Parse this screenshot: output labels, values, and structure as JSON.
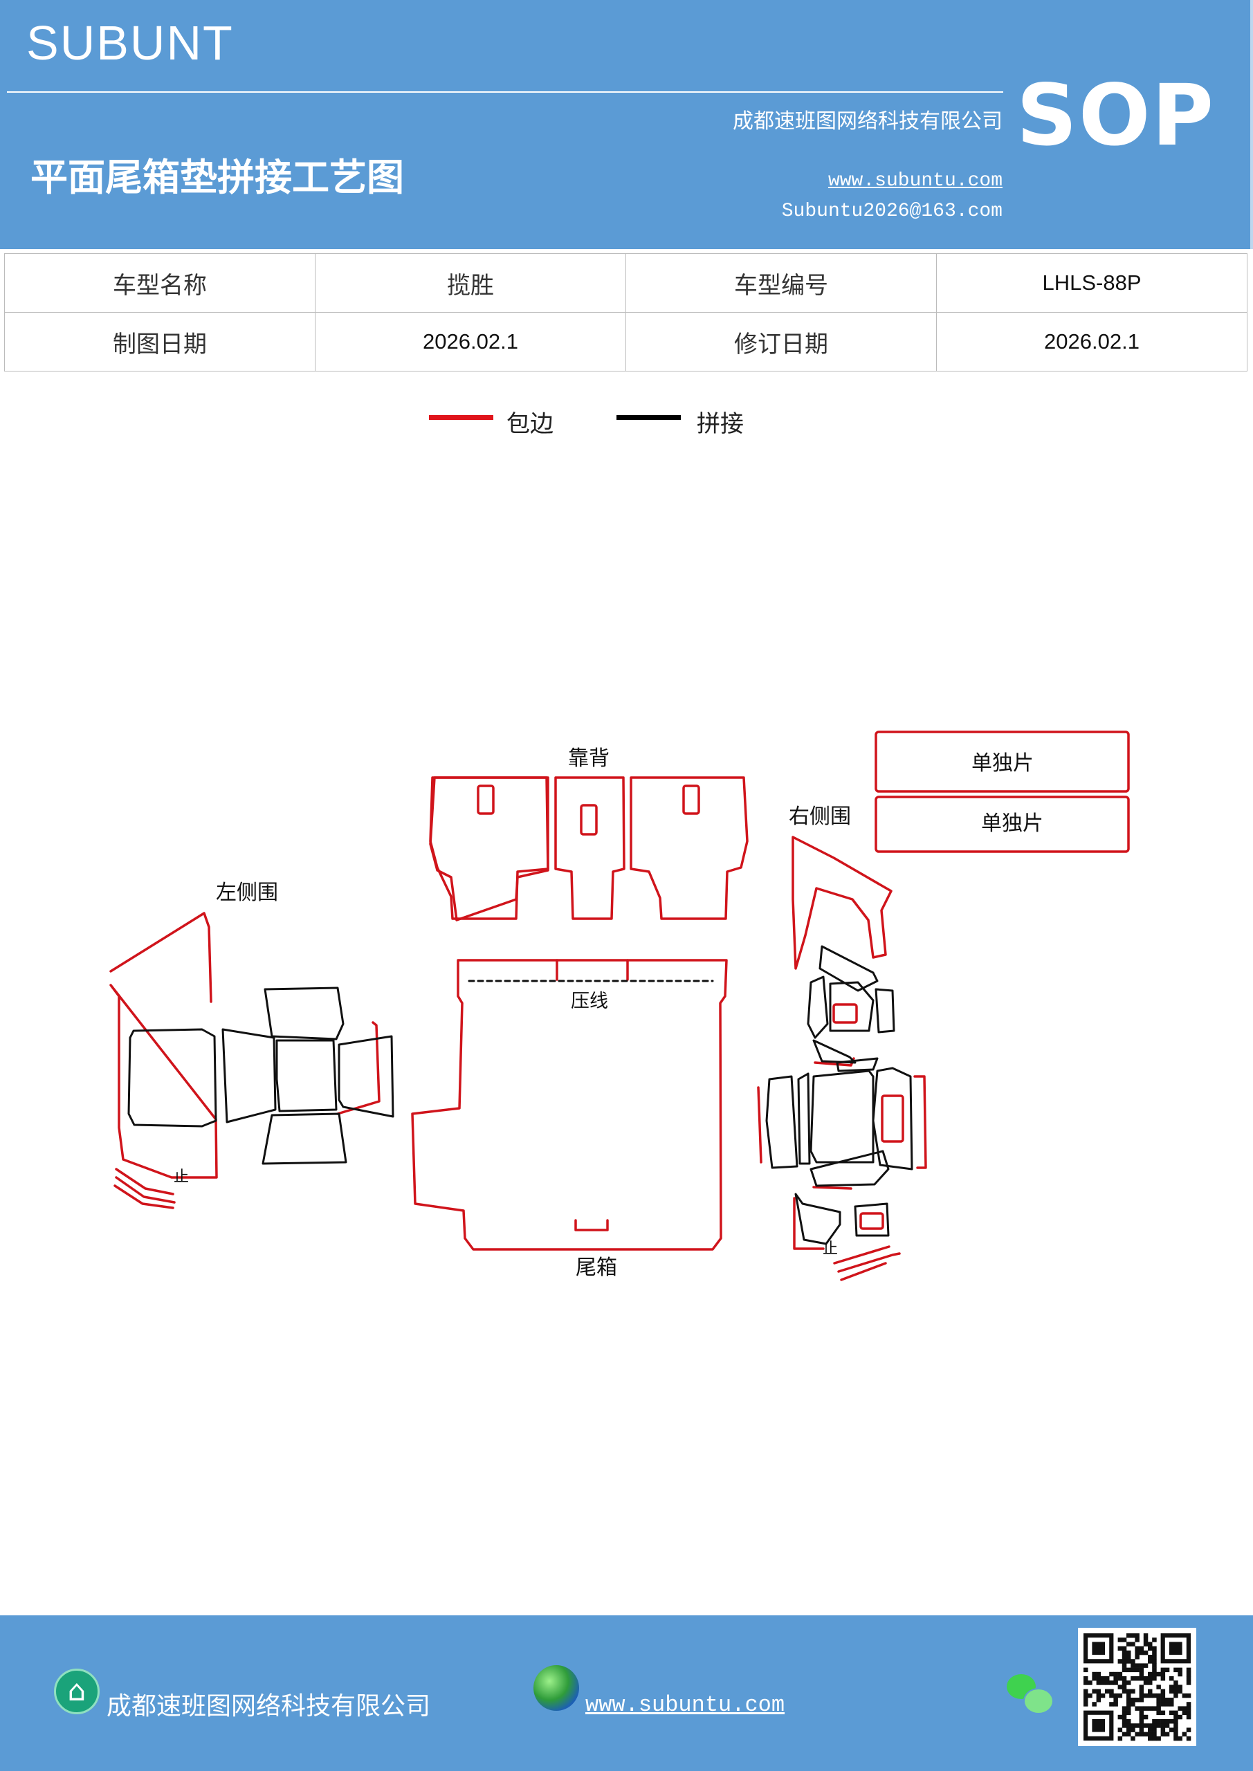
{
  "header": {
    "logo": "SUBUNT",
    "company": "成都速班图网络科技有限公司",
    "title": "平面尾箱垫拼接工艺图",
    "url": "www.subuntu.com",
    "email": "Subuntu2026@163.com",
    "badge": "SOP"
  },
  "info": {
    "rows": [
      [
        "车型名称",
        "揽胜",
        "车型编号",
        "LHLS-88P"
      ],
      [
        "制图日期",
        "2026.02.1",
        "修订日期",
        "2026.02.1"
      ]
    ]
  },
  "legend": {
    "items": [
      {
        "label": "包边",
        "color": "#e0141b"
      },
      {
        "label": "拼接",
        "color": "#000000"
      }
    ]
  },
  "diagram": {
    "labels": {
      "backrest": "靠背",
      "left_side": "左侧围",
      "right_side": "右侧围",
      "trunk": "尾箱",
      "press_line": "压线",
      "single_1": "单独片",
      "single_2": "单独片",
      "stop_left": "止",
      "stop_right": "止"
    },
    "colors": {
      "edge": "#d0141b",
      "seam": "#111111"
    }
  },
  "footer": {
    "company": "成都速班图网络科技有限公司",
    "url": "www.subuntu.com",
    "icons": [
      "building-icon",
      "globe-icon",
      "wechat-icon",
      "qr-code"
    ]
  }
}
